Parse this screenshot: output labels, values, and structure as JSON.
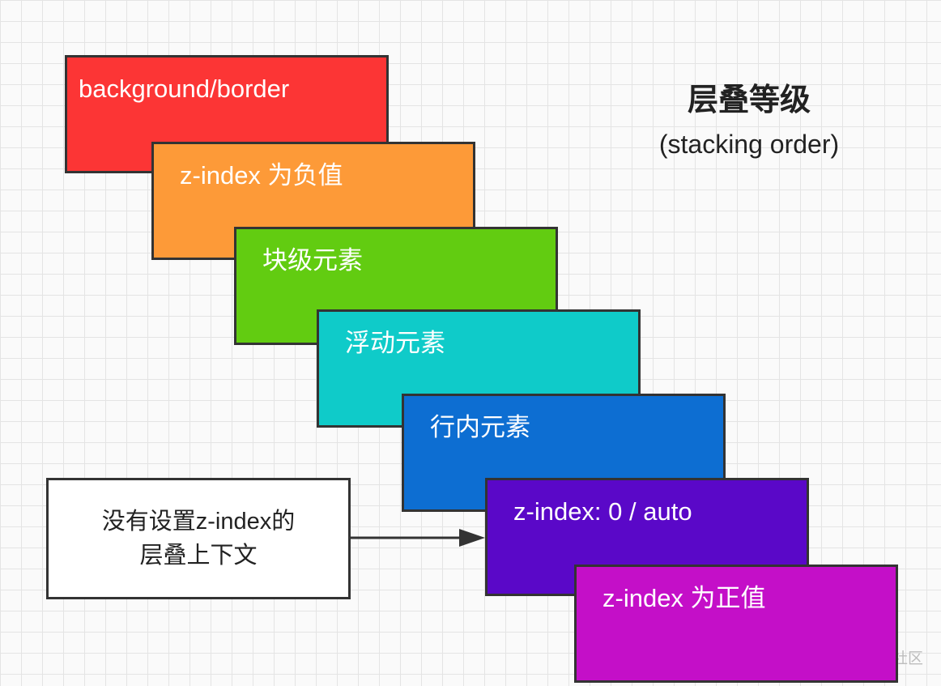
{
  "title": {
    "main": "层叠等级",
    "sub": "(stacking order)"
  },
  "layers": [
    {
      "id": "background-border",
      "label": "background/border",
      "color": "#fc3535"
    },
    {
      "id": "z-index-negative",
      "label": "z-index 为负值",
      "color": "#fd9a38"
    },
    {
      "id": "block-elements",
      "label": "块级元素",
      "color": "#62cc11"
    },
    {
      "id": "float-elements",
      "label": "浮动元素",
      "color": "#0fcbc9"
    },
    {
      "id": "inline-elements",
      "label": "行内元素",
      "color": "#0d6ed2"
    },
    {
      "id": "z-index-zero-auto",
      "label": "z-index: 0 / auto",
      "color": "#5a08c8"
    },
    {
      "id": "z-index-positive",
      "label": "z-index 为正值",
      "color": "#c40fc8"
    }
  ],
  "note": {
    "line1": "没有设置z-index的",
    "line2": "层叠上下文"
  },
  "watermark": "@稀土掘金技术社区",
  "colors": {
    "border": "#333333",
    "arrow": "#333333",
    "grid": "#e4e4e4"
  }
}
